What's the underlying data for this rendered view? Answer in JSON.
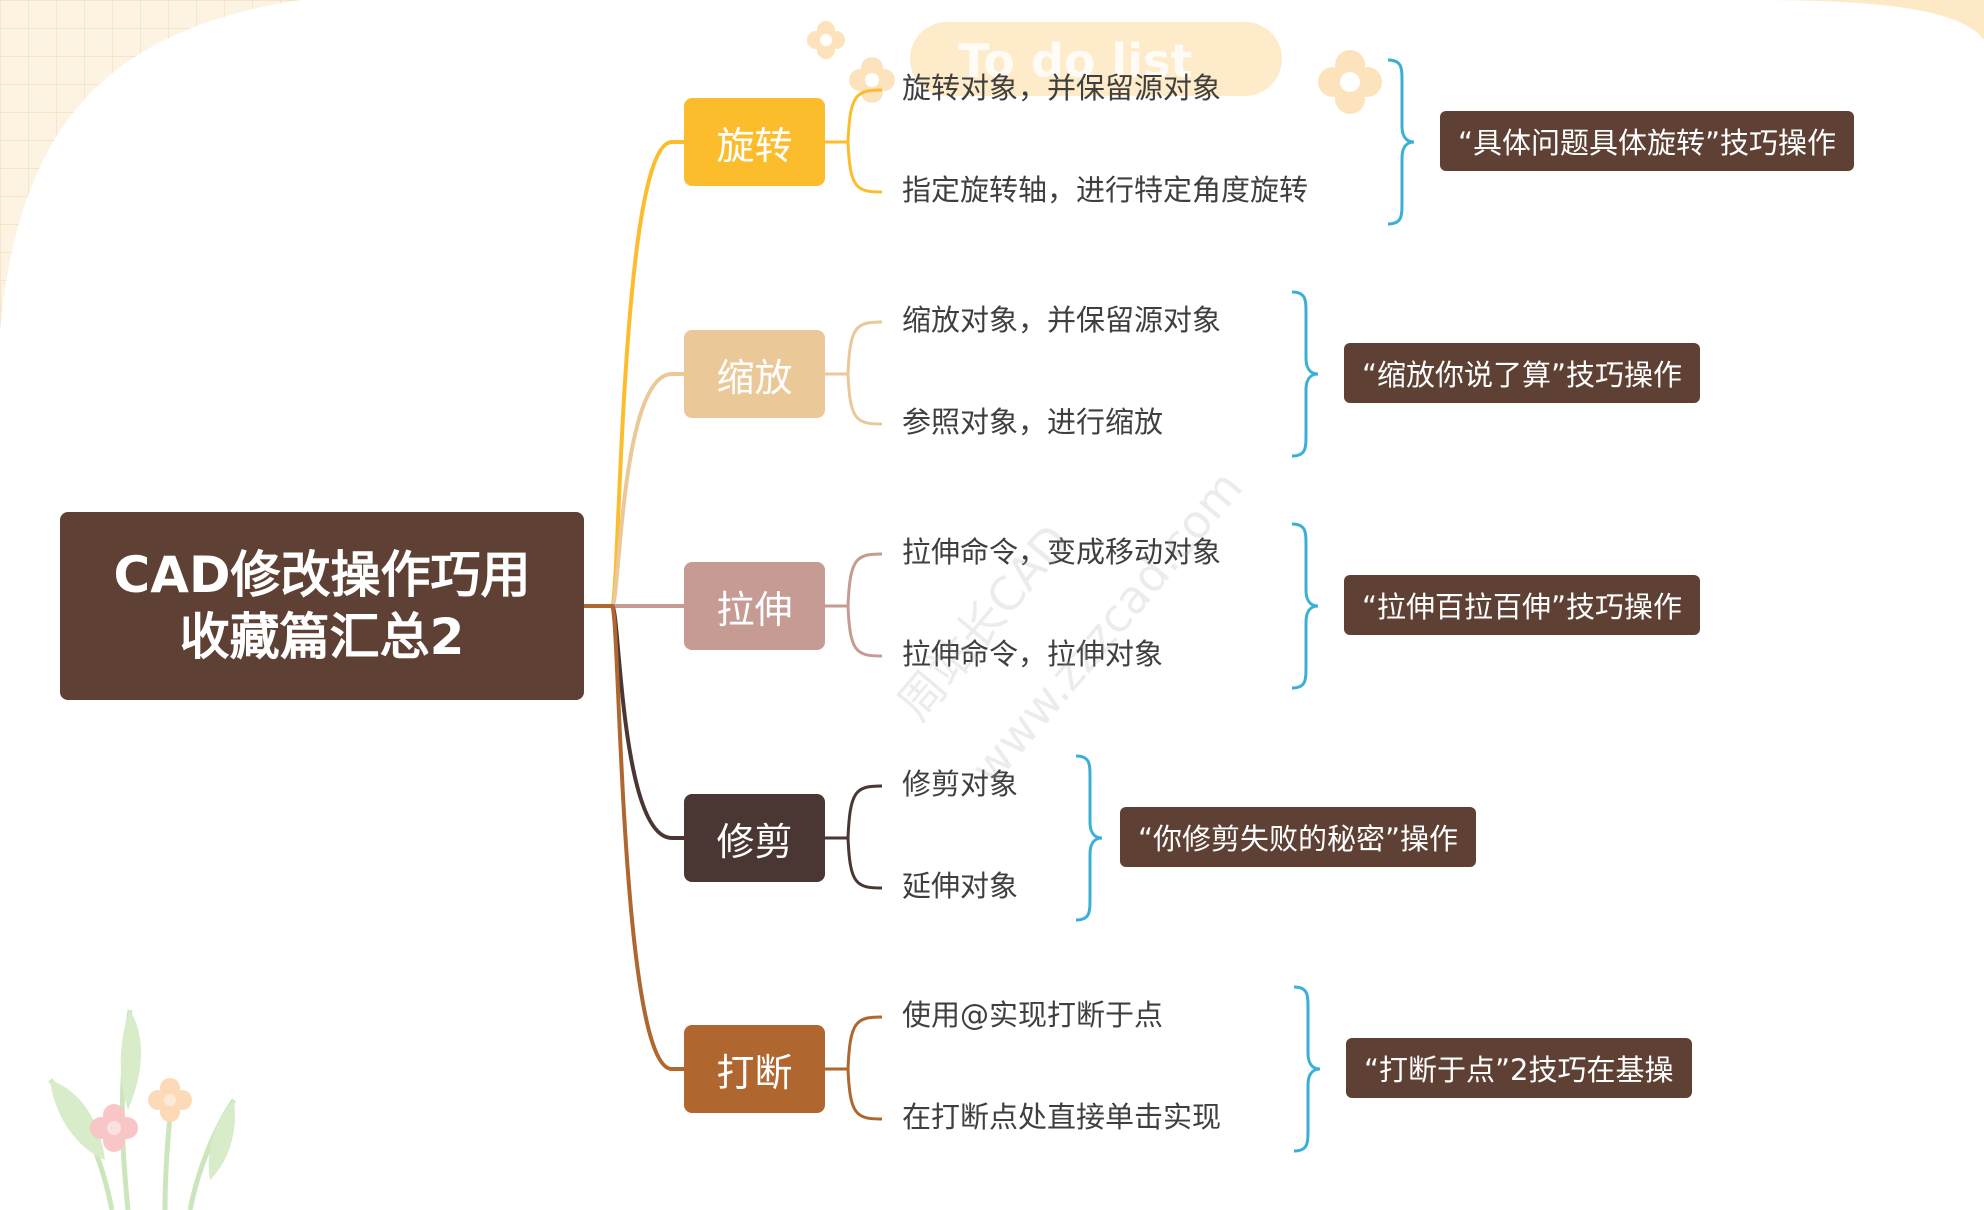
{
  "root": {
    "line1": "CAD修改操作巧用",
    "line2": "收藏篇汇总2",
    "color": "#5e4034"
  },
  "badge": {
    "text": "To do list"
  },
  "watermark": {
    "text1": "周站长CAD",
    "text2": "www.zzzcad.com"
  },
  "accent": {
    "bracket": "#3ab0d6",
    "tip_bg": "#5e4034"
  },
  "branches": [
    {
      "label": "旋转",
      "color": "#fbbd2c",
      "items": [
        "旋转对象，并保留源对象",
        "指定旋转轴，进行特定角度旋转"
      ],
      "tip": "“具体问题具体旋转”技巧操作"
    },
    {
      "label": "缩放",
      "color": "#ebc897",
      "items": [
        "缩放对象，并保留源对象",
        "参照对象，进行缩放"
      ],
      "tip": "“缩放你说了算”技巧操作"
    },
    {
      "label": "拉伸",
      "color": "#c69b93",
      "items": [
        "拉伸命令，变成移动对象",
        "拉伸命令，拉伸对象"
      ],
      "tip": "“拉伸百拉百伸”技巧操作"
    },
    {
      "label": "修剪",
      "color": "#4a3633",
      "items": [
        "修剪对象",
        "延伸对象"
      ],
      "tip": "“你修剪失败的秘密”操作"
    },
    {
      "label": "打断",
      "color": "#b0662f",
      "items": [
        "使用@实现打断于点",
        "在打断点处直接单击实现"
      ],
      "tip": "“打断于点”2技巧在基操"
    }
  ]
}
